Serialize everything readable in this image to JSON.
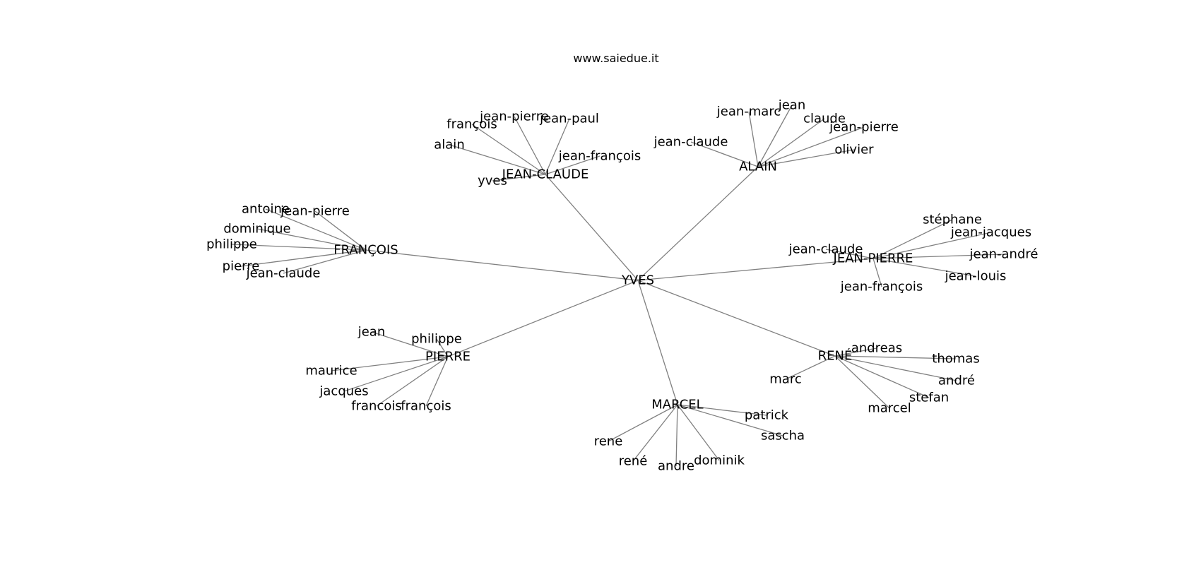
{
  "title": "www.saiedue.it",
  "colors": {
    "edge": "#808080",
    "text": "#000000",
    "background": "#ffffff"
  },
  "center": "YVES",
  "groups": [
    {
      "name": "JEAN-CLAUDE",
      "children": [
        "alain",
        "françois",
        "jean-pierre",
        "jean-paul",
        "jean-françois",
        "yves"
      ]
    },
    {
      "name": "ALAIN",
      "children": [
        "jean-claude",
        "jean-marc",
        "jean",
        "claude",
        "jean-pierre",
        "olivier"
      ]
    },
    {
      "name": "FRANÇOIS",
      "children": [
        "antoine",
        "jean-pierre",
        "dominique",
        "philippe",
        "pierre",
        "jean-claude"
      ]
    },
    {
      "name": "JEAN-PIERRE",
      "children": [
        "jean-claude",
        "stéphane",
        "jean-jacques",
        "jean-andré",
        "jean-louis",
        "jean-françois"
      ]
    },
    {
      "name": "PIERRE",
      "children": [
        "jean",
        "philippe",
        "maurice",
        "jacques",
        "francois",
        "françois"
      ]
    },
    {
      "name": "RENÉ",
      "children": [
        "andreas",
        "thomas",
        "andré",
        "stefan",
        "marcel",
        "marc"
      ]
    },
    {
      "name": "MARCEL",
      "children": [
        "patrick",
        "sascha",
        "dominik",
        "andre",
        "rené",
        "rene"
      ]
    }
  ]
}
